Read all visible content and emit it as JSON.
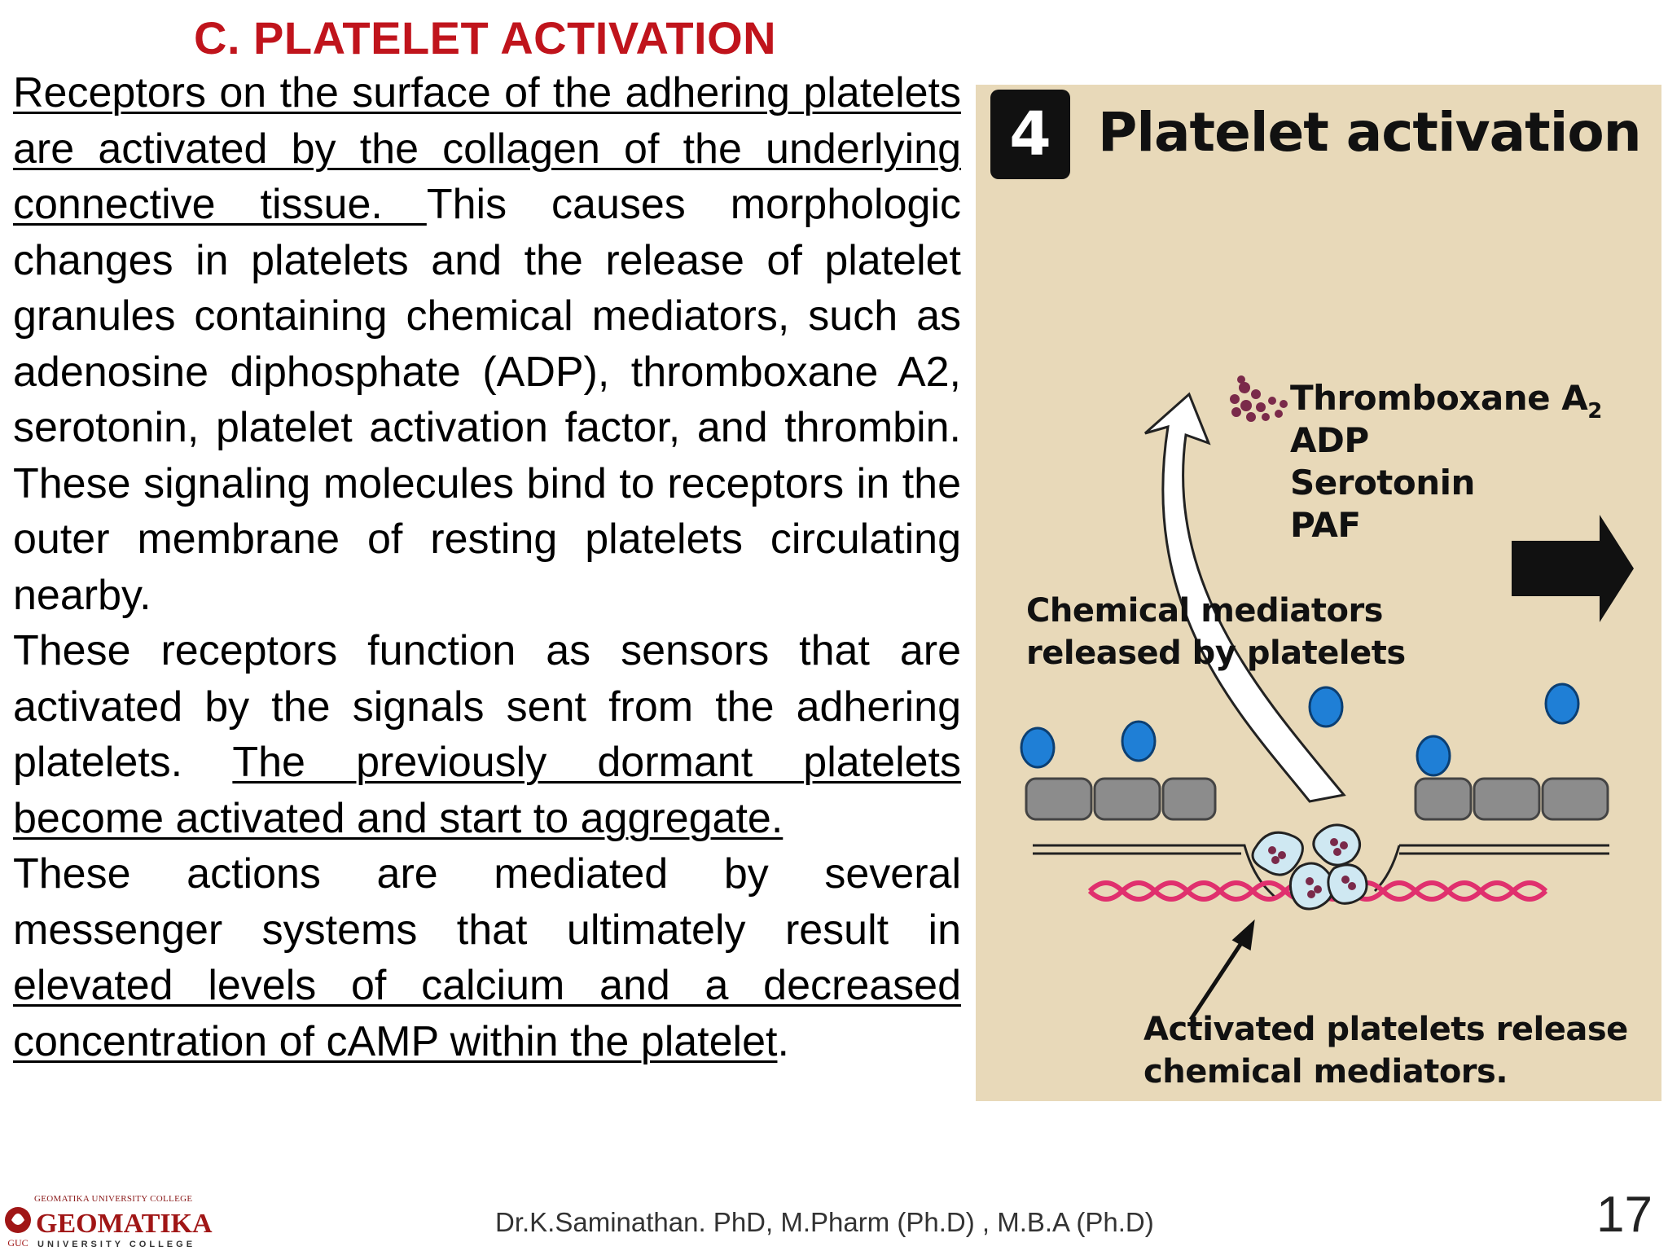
{
  "title": "C. PLATELET ACTIVATION",
  "paragraph1": {
    "u1": "Receptors on the surface of the adhering platelets are activated by the collagen of the underlying connective tissue. ",
    "t1": "This causes morphologic changes in platelets  and the release of platelet granules containing chemical mediators, such as adenosine diphosphate (ADP), thromboxane A2, serotonin, platelet activation factor, and thrombin. These signaling molecules bind to receptors in the outer membrane of resting platelets circulating nearby."
  },
  "paragraph2": {
    "t1": "These receptors function as sensors that are activated by the signals sent from the adhering platelets. ",
    "u1": "The previously dormant platelets become activated and start to aggregate."
  },
  "paragraph3": {
    "t1": "These actions are mediated by several messenger systems that ultimately result in ",
    "u1": "elevated levels of calcium and a decreased concentration of cAMP within the platelet",
    "t2": "."
  },
  "figure": {
    "step_number": "4",
    "title": "Platelet activation",
    "mediators": {
      "thromboxane": "Thromboxane A",
      "thromboxane_sub": "2",
      "adp": "ADP",
      "serotonin": "Serotonin",
      "paf": "PAF"
    },
    "caption_released": [
      "Chemical mediators",
      "released by platelets"
    ],
    "caption_activated": [
      "Activated platelets release",
      "chemical mediators."
    ],
    "colors": {
      "background": "#e8d9b9",
      "endothelial_cells": "#8c8c8c",
      "rbc": "#1f7fd6",
      "collagen": "#e0306e",
      "platelet": "#cfe8f2",
      "granules": "#7a2a4a"
    }
  },
  "footer": {
    "logo_top": "GEOMATIKA UNIVERSITY COLLEGE",
    "logo_main": "GEOMATIKA",
    "logo_sub": "UNIVERSITY COLLEGE",
    "author": "Dr.K.Saminathan. PhD, M.Pharm (Ph.D) , M.B.A (Ph.D)",
    "page_number": "17"
  }
}
